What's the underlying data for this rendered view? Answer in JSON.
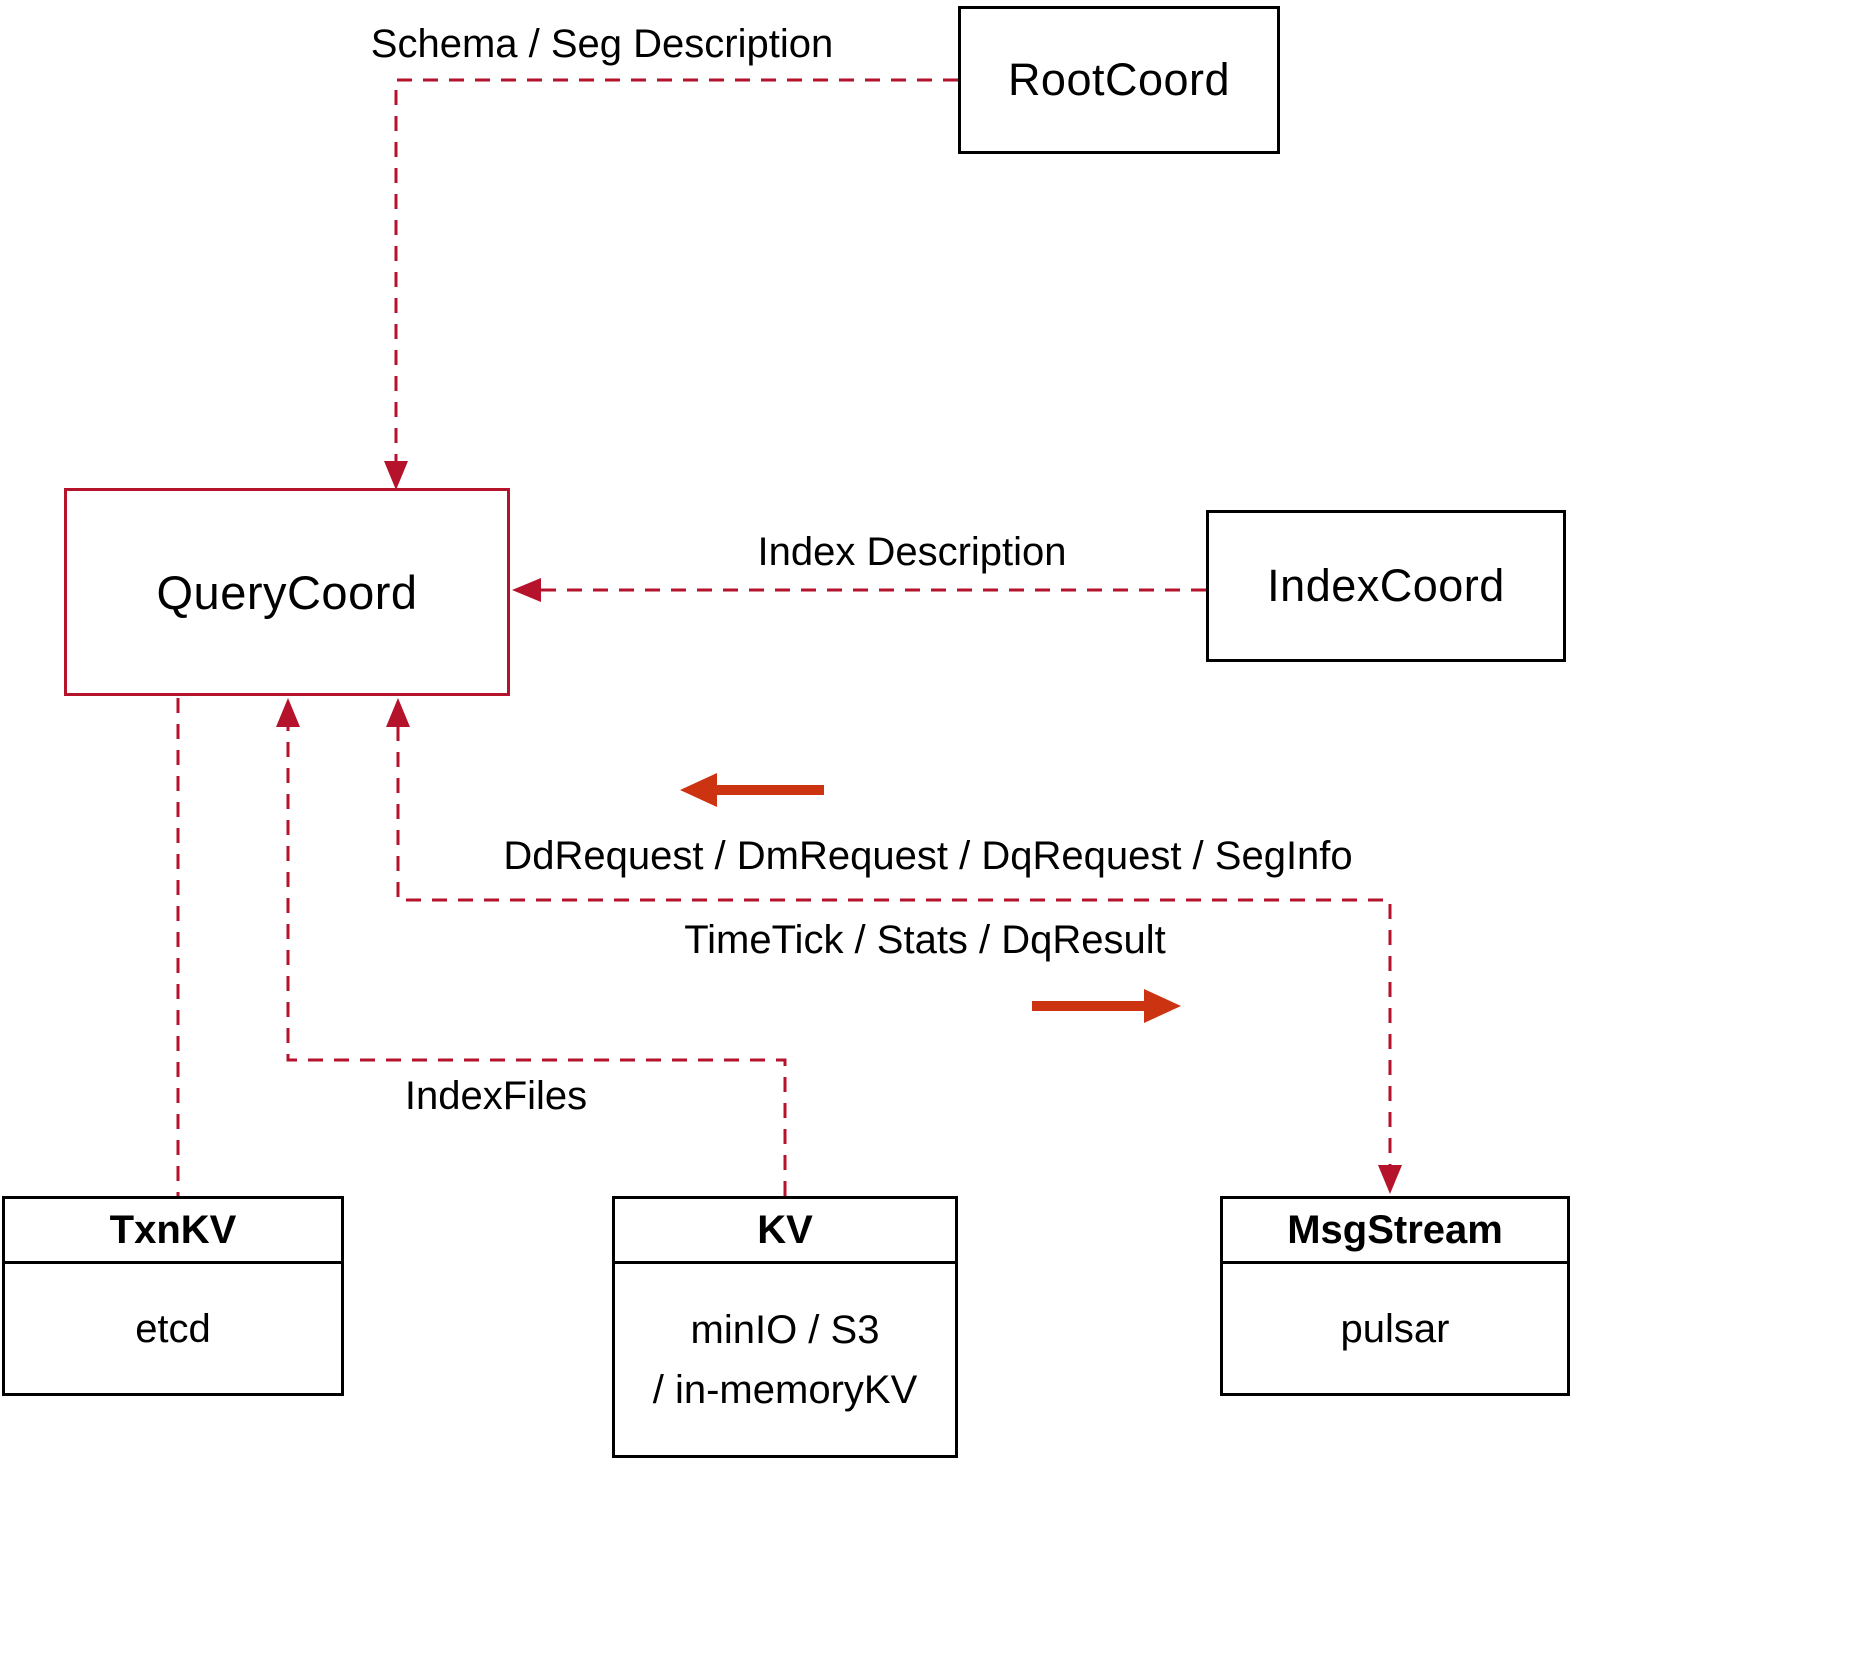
{
  "diagram": {
    "colors": {
      "edge_dashed": "#b5122b",
      "solid_arrow": "#cc3311",
      "box_border": "#000000",
      "highlight_box_border": "#b5122b"
    },
    "nodes": {
      "rootcoord": {
        "label": "RootCoord"
      },
      "querycoord": {
        "label": "QueryCoord"
      },
      "indexcoord": {
        "label": "IndexCoord"
      },
      "txnkv": {
        "title": "TxnKV",
        "body": "etcd"
      },
      "kv": {
        "title": "KV",
        "body_line1": "minIO / S3",
        "body_line2": "/ in-memoryKV"
      },
      "msgstream": {
        "title": "MsgStream",
        "body": "pulsar"
      }
    },
    "edge_labels": {
      "schema_seg": "Schema / Seg Description",
      "index_description": "Index Description",
      "dd_request": "DdRequest / DmRequest / DqRequest / SegInfo",
      "timetick": "TimeTick / Stats / DqResult",
      "index_files": "IndexFiles"
    }
  }
}
